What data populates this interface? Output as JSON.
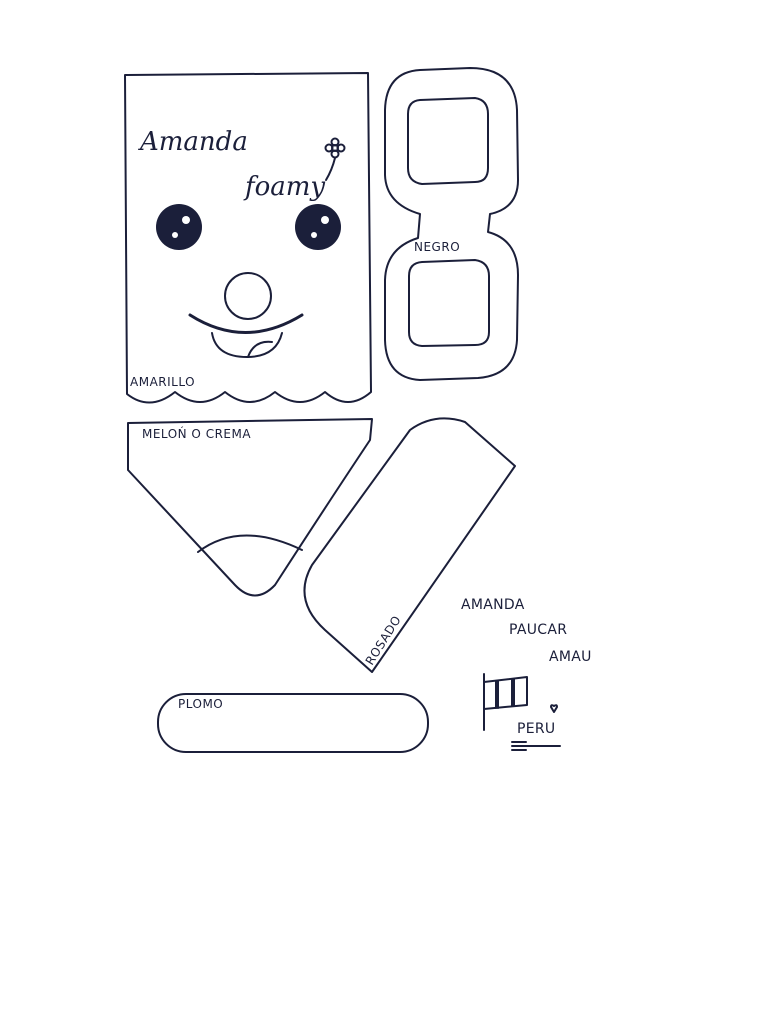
{
  "title_lines": [
    "Amanda",
    "foamy"
  ],
  "pieces": {
    "face_label": "AMARILLO",
    "glasses_label": "NEGRO",
    "bib_label": "MELOŃ O CREMA",
    "strap_label": "ROSADO",
    "bar_label": "PLOMO"
  },
  "author": {
    "line1": "AMANDA",
    "line2": "PAUCAR",
    "line3": "AMAU",
    "country": "PERU"
  },
  "colors": {
    "ink": "#1b1f3a",
    "paper": "#ffffff"
  }
}
